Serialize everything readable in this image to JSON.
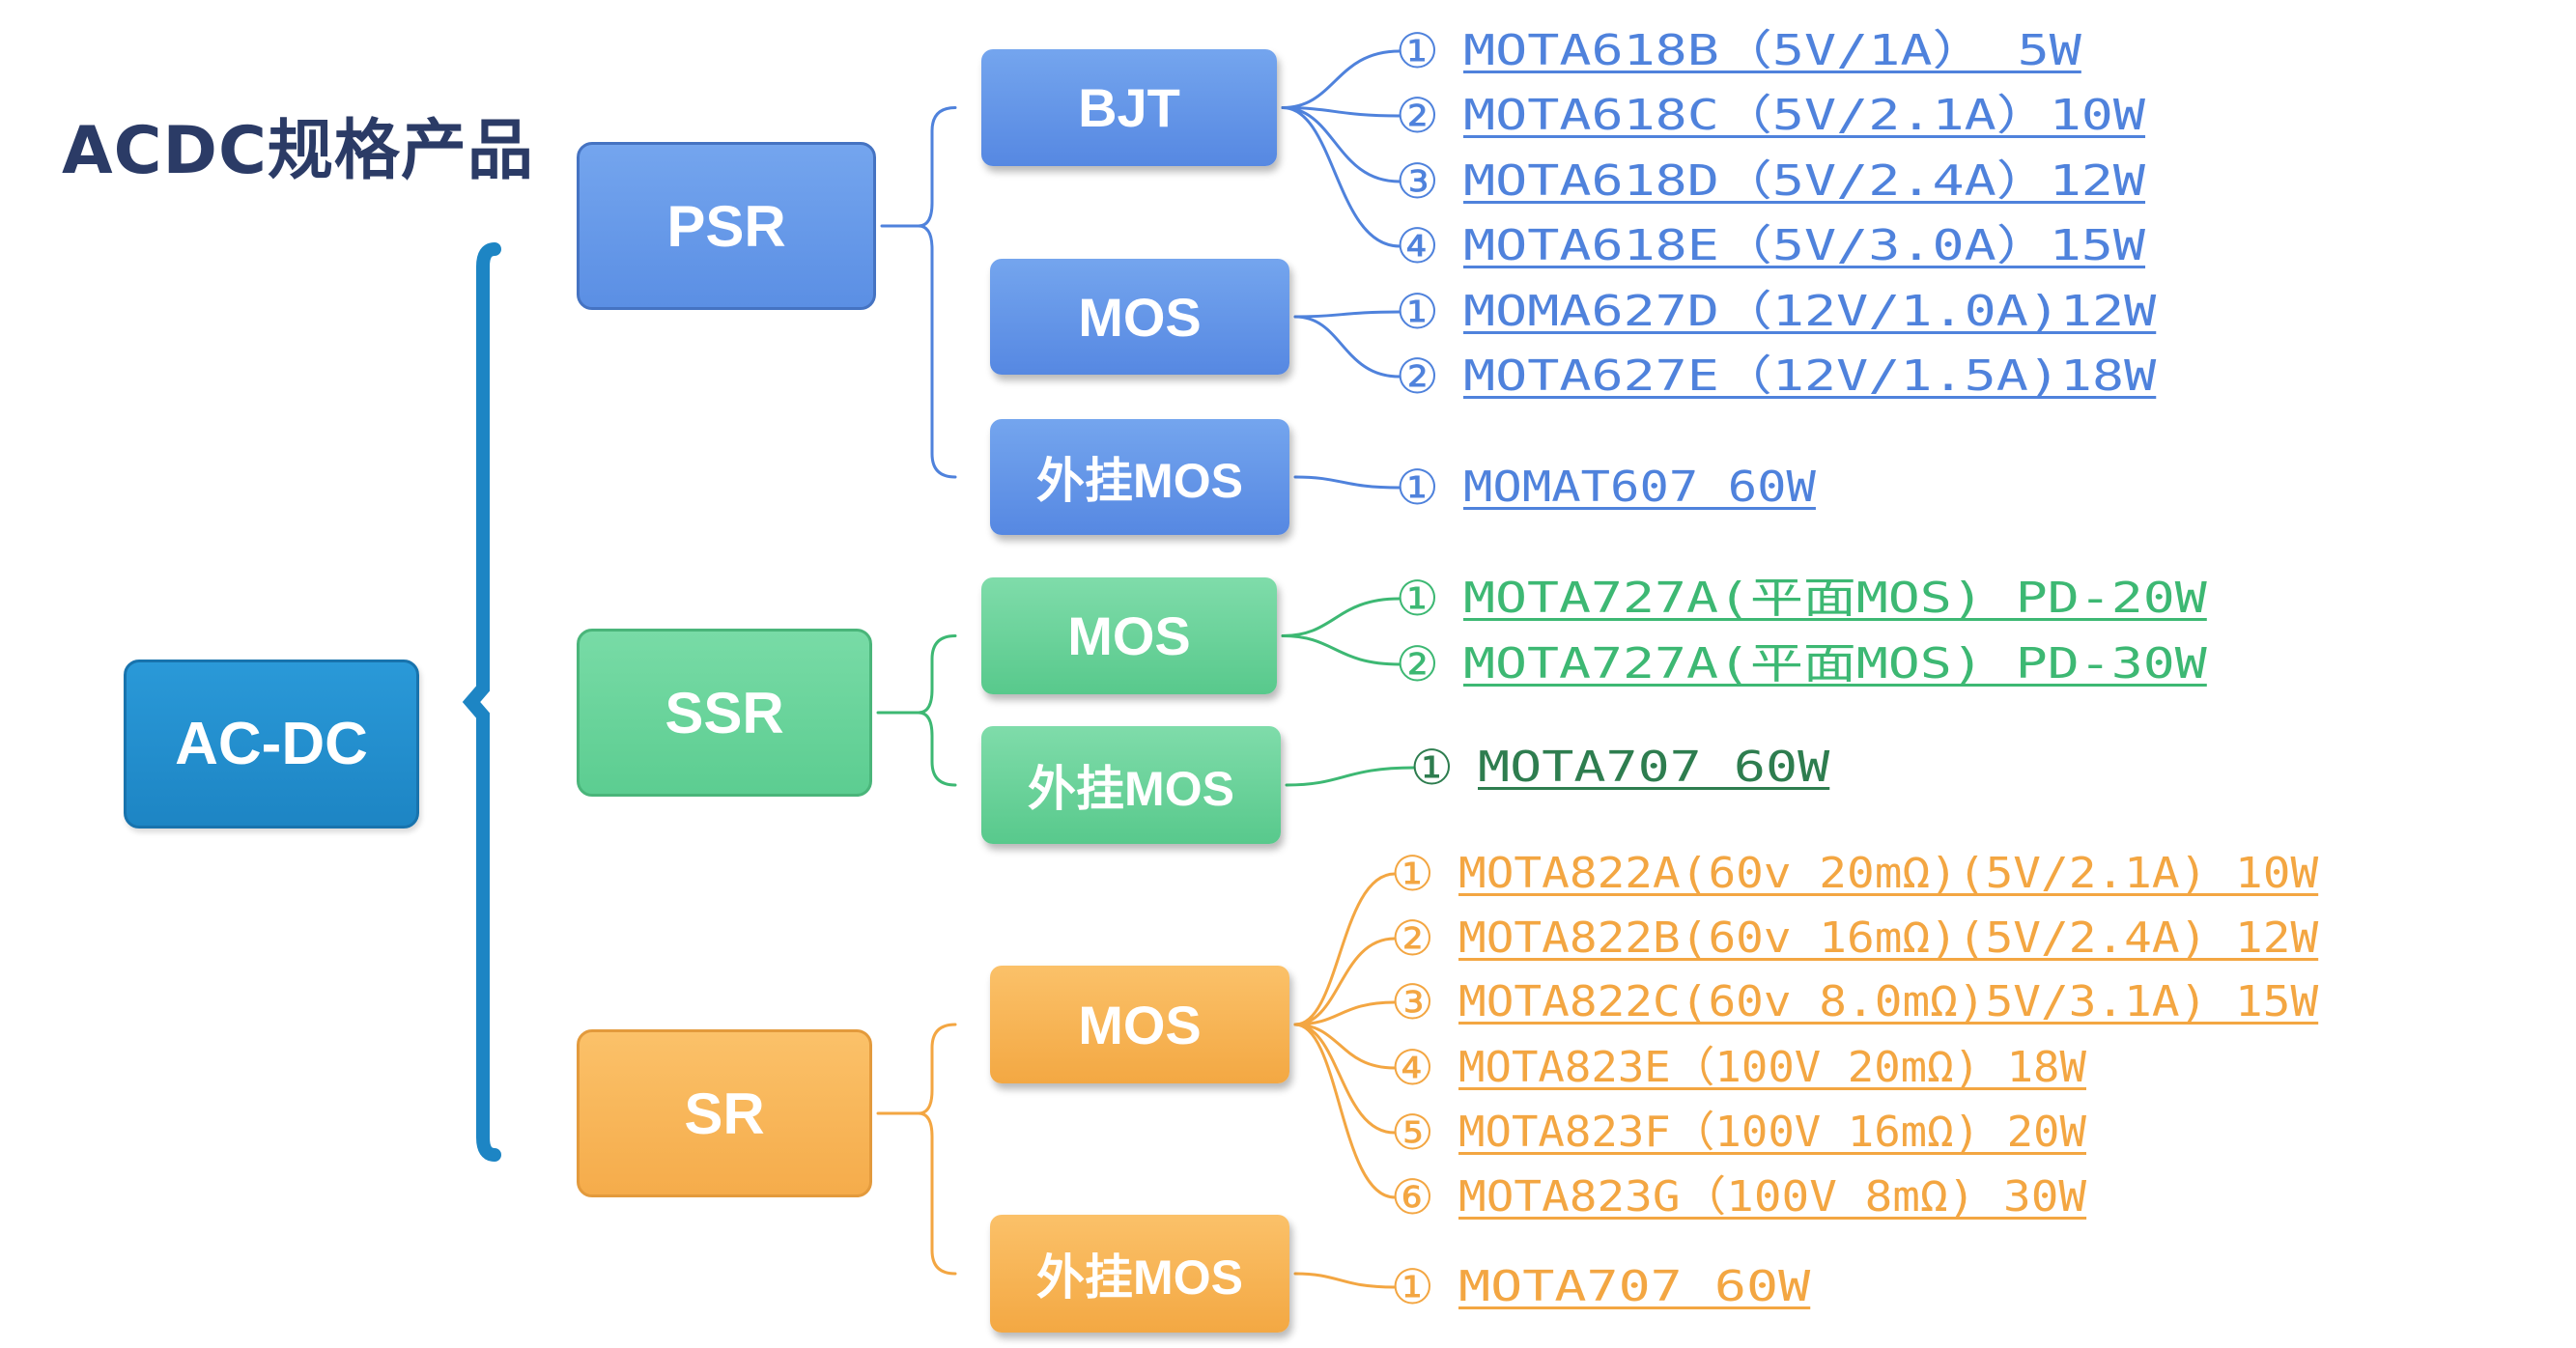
{
  "title": "ACDC规格产品",
  "colors": {
    "root": "#1d85c4",
    "psr": "#4f82dc",
    "ssr": "#3db873",
    "sr": "#f3a642",
    "ssr_ext_item": "#2e7d4f"
  },
  "root": {
    "label": "AC-DC"
  },
  "groups": [
    {
      "id": "psr",
      "label": "PSR",
      "subs": [
        {
          "label": "BJT",
          "items": [
            {
              "num": "①",
              "text": "MOTA618B（5V/1A）  5W"
            },
            {
              "num": "②",
              "text": "MOTA618C（5V/2.1A）10W"
            },
            {
              "num": "③",
              "text": "MOTA618D（5V/2.4A）12W"
            },
            {
              "num": "④",
              "text": "MOTA618E（5V/3.0A）15W"
            }
          ]
        },
        {
          "label": "MOS",
          "items": [
            {
              "num": "①",
              "text": "MOMA627D（12V/1.0A)12W"
            },
            {
              "num": "②",
              "text": "MOTA627E（12V/1.5A)18W"
            }
          ]
        },
        {
          "label": "外挂MOS",
          "items": [
            {
              "num": "①",
              "text": "MOMAT607  60W"
            }
          ]
        }
      ]
    },
    {
      "id": "ssr",
      "label": "SSR",
      "subs": [
        {
          "label": "MOS",
          "items": [
            {
              "num": "①",
              "text": "MOTA727A(平面MOS) PD-20W"
            },
            {
              "num": "②",
              "text": "MOTA727A(平面MOS) PD-30W"
            }
          ]
        },
        {
          "label": "外挂MOS",
          "items": [
            {
              "num": "①",
              "text": "MOTA707   60W"
            }
          ]
        }
      ]
    },
    {
      "id": "sr",
      "label": "SR",
      "subs": [
        {
          "label": "MOS",
          "items": [
            {
              "num": "①",
              "text": "MOTA822A(60v 20mΩ)(5V/2.1A) 10W"
            },
            {
              "num": "②",
              "text": "MOTA822B(60v 16mΩ)(5V/2.4A) 12W"
            },
            {
              "num": "③",
              "text": "MOTA822C(60v 8.0mΩ)5V/3.1A) 15W"
            },
            {
              "num": "④",
              "text": "MOTA823E（100V 20mΩ) 18W"
            },
            {
              "num": "⑤",
              "text": "MOTA823F（100V 16mΩ) 20W"
            },
            {
              "num": "⑥",
              "text": "MOTA823G（100V 8mΩ) 30W"
            }
          ]
        },
        {
          "label": "外挂MOS",
          "items": [
            {
              "num": "①",
              "text": "MOTA707 60W"
            }
          ]
        }
      ]
    }
  ]
}
